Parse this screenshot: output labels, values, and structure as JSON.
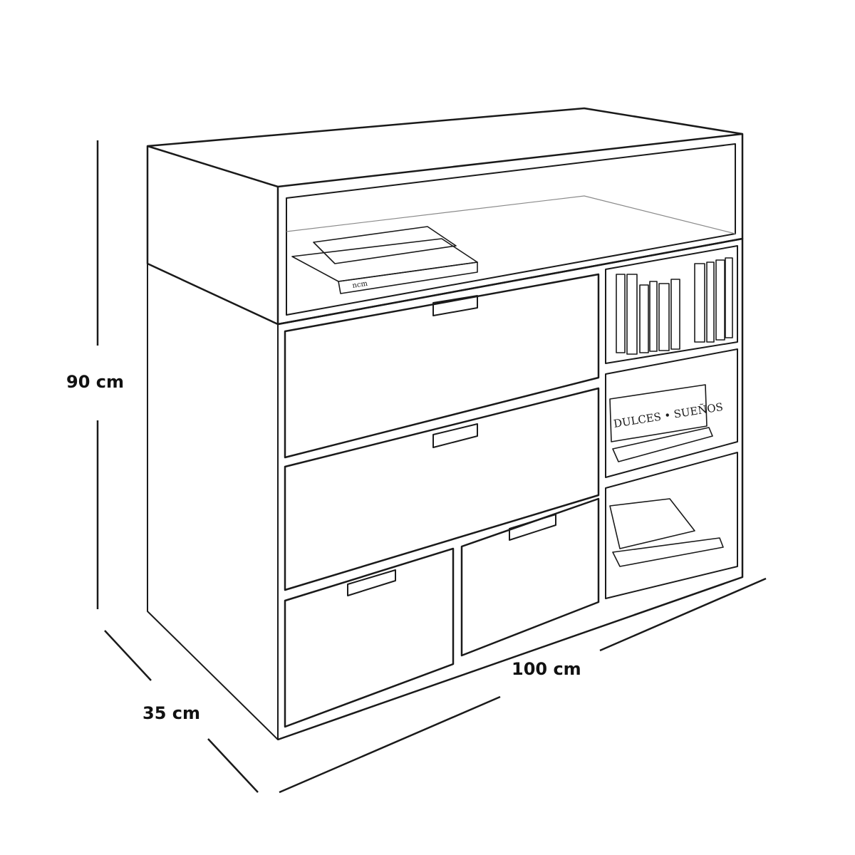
{
  "diagram": {
    "subject": "Dresser / chest of drawers with open shelves, line drawing",
    "style": "pencil sketch line art on white",
    "dimensions": {
      "height": "90 cm",
      "depth": "35 cm",
      "width": "100 cm"
    },
    "parts": {
      "top_shelf": "open top compartment with stacked books",
      "drawers": [
        "upper drawer",
        "middle drawer",
        "lower-left drawer",
        "lower-right drawer"
      ],
      "side_shelves": [
        "upper cubby with upright books",
        "middle cubby with framed sign and books",
        "lower cubby with stacked books"
      ]
    },
    "book_labels": {
      "top_book_spine": "ncm",
      "sign_text": "DULCES • SUEÑOS"
    },
    "colors": {
      "line": "#1a1a1a",
      "sketch": "#8a8a8a",
      "background": "#ffffff"
    }
  }
}
